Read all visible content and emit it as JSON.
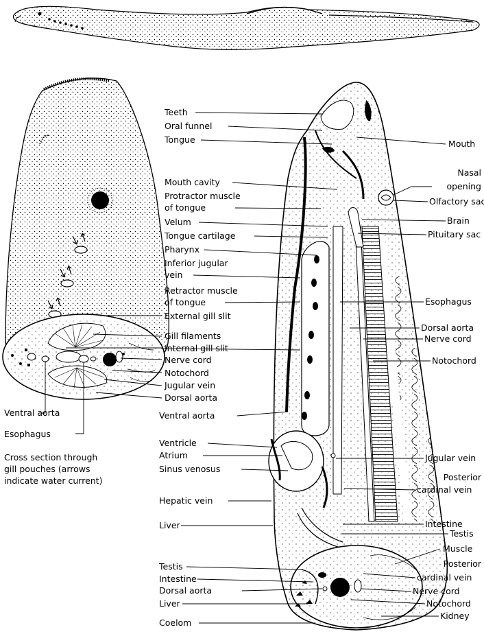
{
  "left_labels": [
    "Teeth",
    "Oral funnel",
    "Tongue",
    "Mouth cavity",
    "Protractor muscle",
    "of tongue",
    "Velum",
    "Tongue cartilage",
    "Pharynx",
    "Inferior jugular",
    "vein",
    "Retractor muscle",
    "of tongue",
    "External gill slit",
    "Gill filaments",
    "Internal gill slit",
    "Nerve cord",
    "Notochord",
    "Jugular vein",
    "Dorsal aorta",
    "Ventral aorta",
    "Ventricle",
    "Atrium",
    "Sinus venosus",
    "Hepatic vein",
    "Liver",
    "Testis",
    "Intestine",
    "Dorsal aorta",
    "Liver",
    "Coelom"
  ],
  "right_labels": [
    "Mouth",
    "Nasal",
    "opening",
    "Olfactory sac",
    "Brain",
    "Pituitary sac",
    "Esophagus",
    "Dorsal aorta",
    "Nerve cord",
    "Notochord",
    "Jugular vein",
    "Posterior",
    "cardinal vein",
    "Intestine",
    "Testis",
    "Muscle",
    "Posterior",
    "cardinal vein",
    "Nerve cord",
    "Notochord",
    "Kidney"
  ],
  "cross_section_labels": [
    "Ventral aorta",
    "Esophagus"
  ],
  "caption": {
    "line1": "Cross section through",
    "line2": "gill pouches (arrows",
    "line3": "indicate water current)"
  }
}
